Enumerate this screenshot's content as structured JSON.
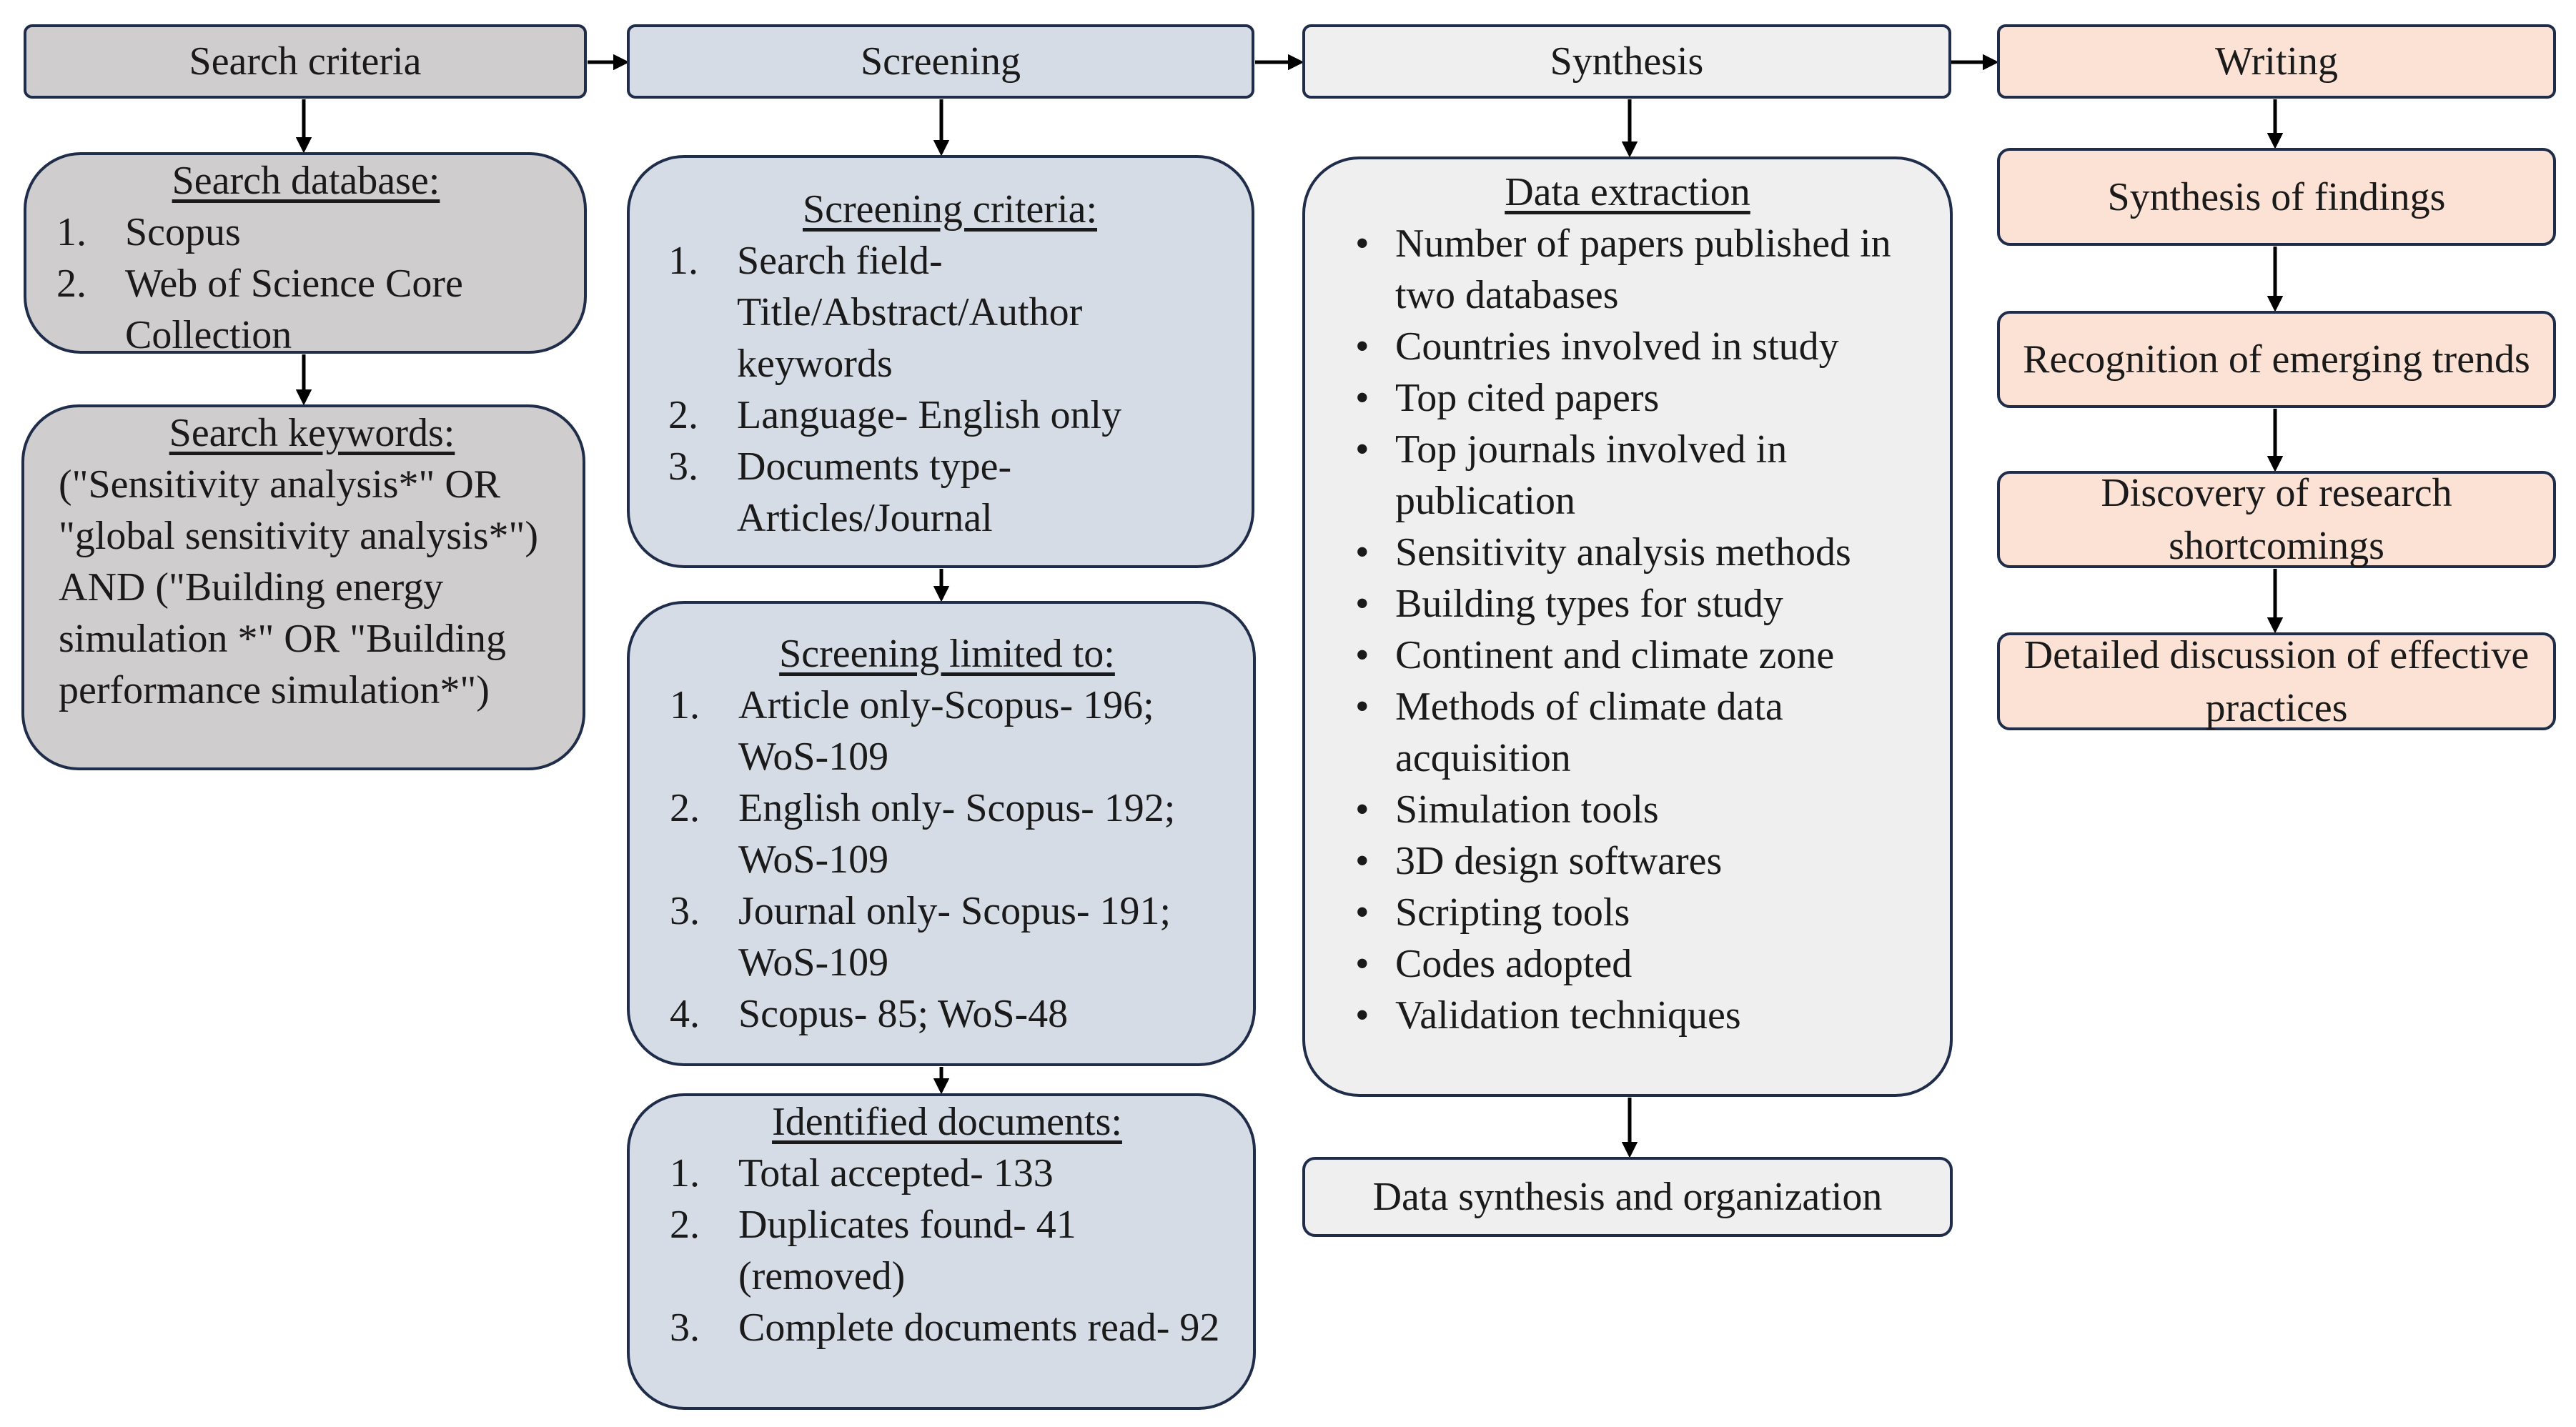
{
  "stages": {
    "search": "Search criteria",
    "screening": "Screening",
    "synthesis": "Synthesis",
    "writing": "Writing"
  },
  "search_database": {
    "title": "Search database:",
    "items": [
      {
        "marker": "1.",
        "text": "Scopus"
      },
      {
        "marker": "2.",
        "text": "Web of Science Core Collection"
      }
    ]
  },
  "search_keywords": {
    "title": "Search keywords:",
    "text": "(\"Sensitivity analysis*\" OR \"global sensitivity analysis*\") AND (\"Building energy simulation *\" OR \"Building performance simulation*\")"
  },
  "screening_criteria": {
    "title": "Screening criteria:",
    "items": [
      {
        "marker": "1.",
        "text": "Search field- Title/Abstract/Author keywords"
      },
      {
        "marker": "2.",
        "text": "Language- English only"
      },
      {
        "marker": "3.",
        "text": "Documents type- Articles/Journal"
      }
    ]
  },
  "screening_limited": {
    "title": "Screening limited to:",
    "items": [
      {
        "marker": "1.",
        "text": "Article only-Scopus- 196; WoS-109"
      },
      {
        "marker": "2.",
        "text": "English only- Scopus- 192; WoS-109"
      },
      {
        "marker": "3.",
        "text": "Journal only- Scopus- 191; WoS-109"
      },
      {
        "marker": "4.",
        "text": "Scopus- 85; WoS-48"
      }
    ]
  },
  "identified_documents": {
    "title": "Identified documents:",
    "items": [
      {
        "marker": "1.",
        "text": "Total accepted- 133"
      },
      {
        "marker": "2.",
        "text": "Duplicates found- 41 (removed)"
      },
      {
        "marker": "3.",
        "text": "Complete documents read- 92"
      }
    ]
  },
  "data_extraction": {
    "title": "Data extraction",
    "items": [
      {
        "marker": "•",
        "text": "Number of papers published in two databases"
      },
      {
        "marker": "•",
        "text": "Countries involved in study"
      },
      {
        "marker": "•",
        "text": "Top cited papers"
      },
      {
        "marker": "•",
        "text": "Top journals involved in publication"
      },
      {
        "marker": "•",
        "text": "Sensitivity analysis methods"
      },
      {
        "marker": "•",
        "text": "Building types for study"
      },
      {
        "marker": "•",
        "text": "Continent and climate zone"
      },
      {
        "marker": "•",
        "text": "Methods of climate data acquisition"
      },
      {
        "marker": "•",
        "text": "Simulation tools"
      },
      {
        "marker": "•",
        "text": "3D design softwares"
      },
      {
        "marker": "•",
        "text": "Scripting tools"
      },
      {
        "marker": "•",
        "text": "Codes adopted"
      },
      {
        "marker": "•",
        "text": "Validation techniques"
      }
    ]
  },
  "data_synthesis": "Data synthesis and organization",
  "writing_steps": {
    "findings": "Synthesis of findings",
    "trends": "Recognition of emerging trends",
    "shortcomings": "Discovery of research shortcomings",
    "practices": "Detailed discussion of effective practices"
  },
  "colors": {
    "search": "#cfcdcd",
    "screening": "#d6dce5",
    "synthesis": "#efefef",
    "writing": "#fbe2d5",
    "border": "#1f2d4a"
  }
}
